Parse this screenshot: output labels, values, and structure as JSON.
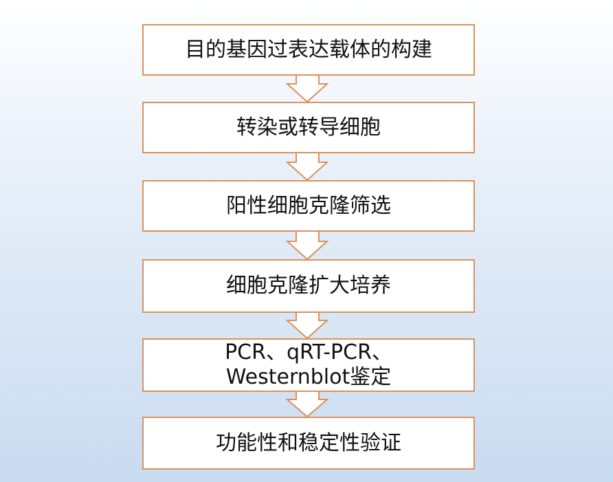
{
  "steps": [
    {
      "label": "目的基因过表达载体的构建"
    },
    {
      "label": "转染或转导细胞"
    },
    {
      "label": "阳性细胞克隆筛选"
    },
    {
      "label": "细胞克隆扩大培养"
    },
    {
      "label_lines": [
        "PCR、qRT-PCR、",
        "Westernblot鉴定"
      ]
    },
    {
      "label": "功能性和稳定性验证"
    }
  ],
  "colors": {
    "box_border": "#d8925a",
    "box_fill": "#ffffff",
    "arrow_stroke": "#d8925a",
    "arrow_fill": "#ffffff",
    "background_top": "#ffffff",
    "background_bottom": "#c9dbf0",
    "text": "#111111"
  }
}
